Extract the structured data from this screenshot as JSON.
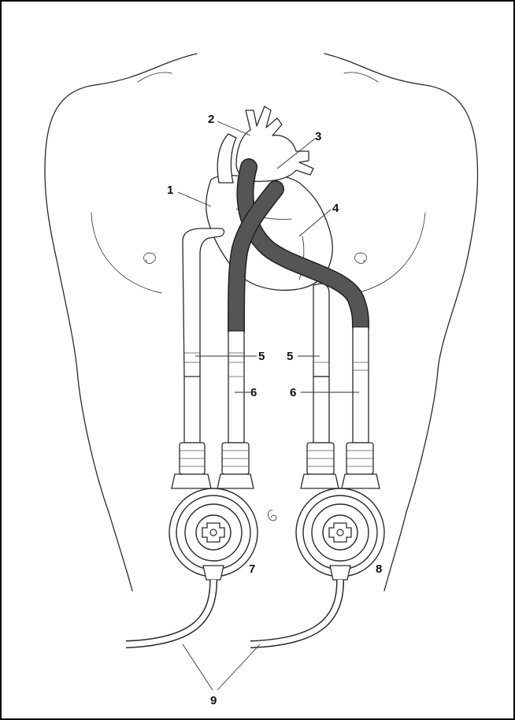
{
  "labels": {
    "l1": "1",
    "l2": "2",
    "l3": "3",
    "l4": "4",
    "l5a": "5",
    "l5b": "5",
    "l6a": "6",
    "l6b": "6",
    "l7": "7",
    "l8": "8",
    "l9": "9"
  },
  "colors": {
    "cannula_dark": "#555555",
    "outline": "#2a2a2a",
    "background": "#ffffff"
  }
}
